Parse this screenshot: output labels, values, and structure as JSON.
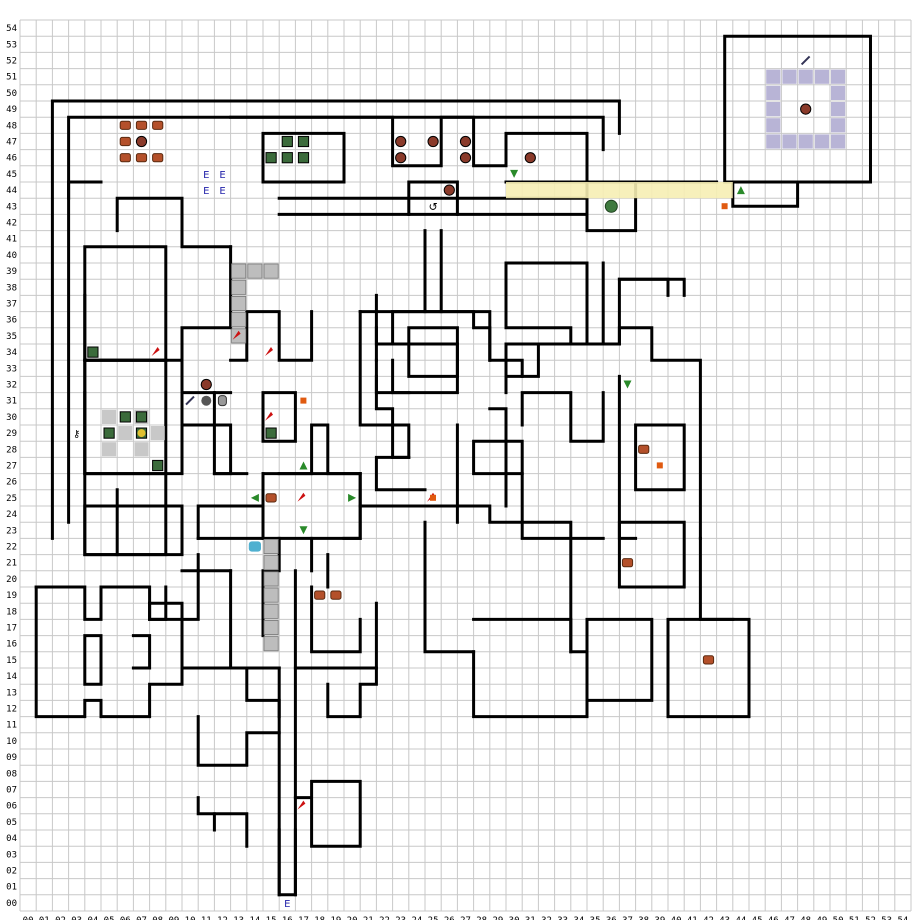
{
  "map": {
    "x_labels": [
      "00",
      "01",
      "02",
      "03",
      "04",
      "05",
      "06",
      "07",
      "08",
      "09",
      "10",
      "11",
      "12",
      "13",
      "14",
      "15",
      "16",
      "17",
      "18",
      "19",
      "20",
      "21",
      "22",
      "23",
      "24",
      "25",
      "26",
      "27",
      "28",
      "29",
      "30",
      "31",
      "32",
      "33",
      "34",
      "35",
      "36",
      "37",
      "38",
      "39",
      "40",
      "41",
      "42",
      "43",
      "44",
      "45",
      "46",
      "47",
      "48",
      "49",
      "50",
      "51",
      "52",
      "53",
      "54"
    ],
    "y_labels": [
      "54",
      "53",
      "52",
      "51",
      "50",
      "49",
      "48",
      "47",
      "46",
      "45",
      "44",
      "43",
      "42",
      "41",
      "40",
      "39",
      "38",
      "37",
      "36",
      "35",
      "34",
      "33",
      "32",
      "31",
      "30",
      "29",
      "28",
      "27",
      "26",
      "25",
      "24",
      "23",
      "22",
      "21",
      "20",
      "19",
      "18",
      "17",
      "16",
      "15",
      "14",
      "13",
      "12",
      "11",
      "10",
      "09",
      "08",
      "07",
      "06",
      "05",
      "04",
      "03",
      "02",
      "01",
      "00"
    ],
    "entrance_marker": "E",
    "warp_markers": [
      "E",
      "E",
      "E",
      "E"
    ],
    "colors": {
      "grid": "#c8c8c8",
      "wall": "#000000",
      "sand": "#f6eeb4",
      "block": "#bdbdbd",
      "tile_purple": "#b8b4d6",
      "chest": "#b4502a",
      "switch_red": "#cc1111",
      "arrow_green": "#2a8a2a"
    },
    "icons": {
      "chest": "chest-icon",
      "armos_statue": "armos-statue-icon",
      "moblin": "moblin-icon",
      "key_door": "key-door-icon",
      "sword": "sword-icon",
      "shield": "shield-icon",
      "bomb": "bomb-icon",
      "tree": "tree-icon",
      "flame": "flame-icon"
    }
  }
}
